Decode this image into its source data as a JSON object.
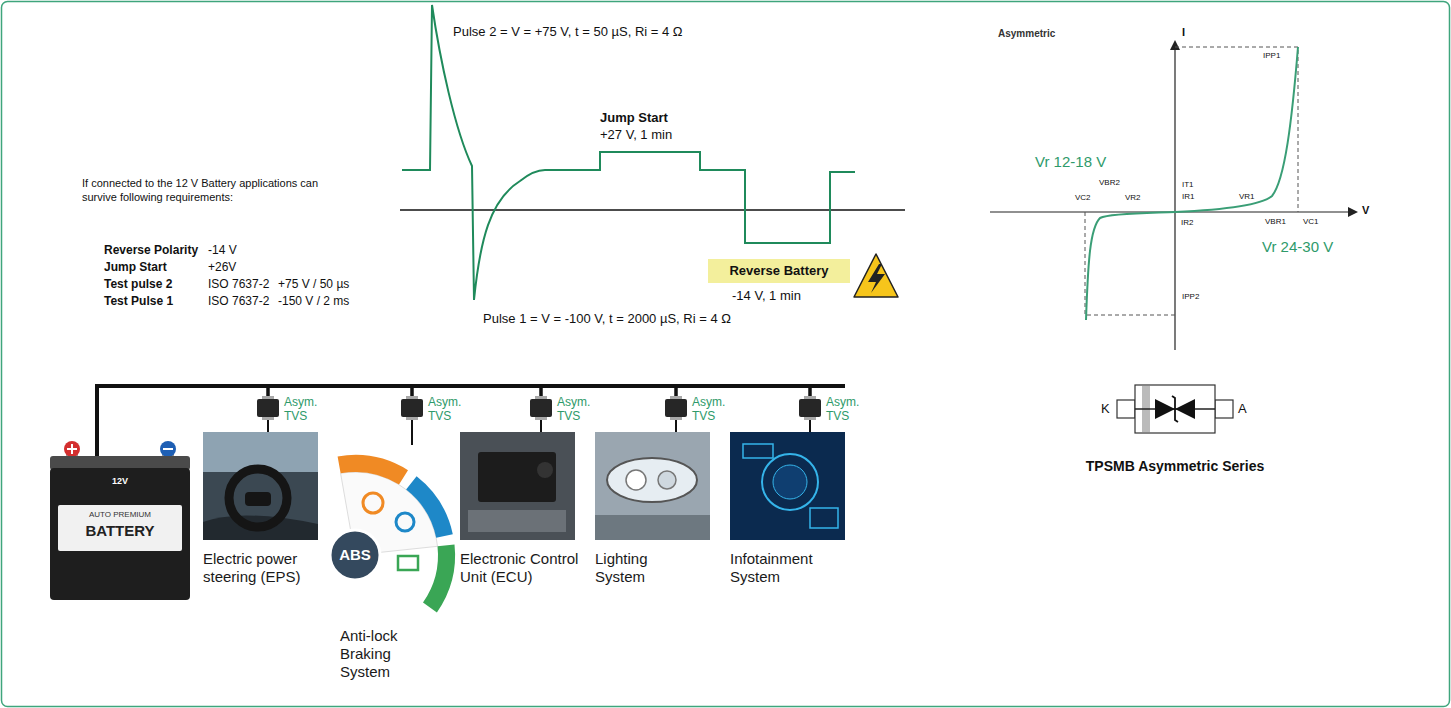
{
  "diagram": {
    "nodes": [
      {
        "text": [
          "Reverse Battery"
        ]
      },
      {
        "text": [
          "12V",
          "AUTO PREMIUM",
          "BATTERY"
        ]
      },
      {
        "text": [
          "Asym. TVS"
        ]
      },
      {
        "text": [
          "Asym. TVS"
        ]
      },
      {
        "text": [
          "Asym. TVS"
        ]
      },
      {
        "text": [
          "Asym. TVS"
        ]
      },
      {
        "text": [
          "Asym. TVS"
        ]
      },
      {
        "text": [
          "Electric power steering (EPS)"
        ]
      },
      {
        "text": [
          "ABS",
          "Anti-lock Braking System"
        ]
      },
      {
        "text": [
          "Electronic Control Unit (ECU)"
        ]
      },
      {
        "text": [
          "Lighting System"
        ]
      },
      {
        "text": [
          "Infotainment System"
        ]
      }
    ],
    "edges": [
      {
        "from": 1,
        "to": 2,
        "arrow": "none"
      },
      {
        "from": 1,
        "to": 3,
        "arrow": "none"
      },
      {
        "from": 1,
        "to": 4,
        "arrow": "none"
      },
      {
        "from": 1,
        "to": 5,
        "arrow": "none"
      },
      {
        "from": 1,
        "to": 6,
        "arrow": "none"
      },
      {
        "from": 2,
        "to": 7,
        "arrow": "none"
      },
      {
        "from": 3,
        "to": 8,
        "arrow": "none"
      },
      {
        "from": 4,
        "to": 9,
        "arrow": "none"
      },
      {
        "from": 5,
        "to": 10,
        "arrow": "none"
      },
      {
        "from": 6,
        "to": 11,
        "arrow": "none"
      }
    ],
    "labels": [
      "Pulse 2 = V = +75 V, t = 50 µS, Ri = 4 Ω",
      "Jump Start",
      "+27 V, 1 min",
      "If connected to the 12 V Battery applications can survive following requirements:",
      "Reverse Polarity",
      "-14 V",
      "Jump Start",
      "+26V",
      "Test pulse 2",
      "ISO 7637-2",
      "+75 V / 50 µs",
      "Test Pulse 1",
      "ISO 7637-2",
      "-150 V / 2 ms",
      "-14 V, 1 min",
      "Pulse 1 = V = -100 V, t = 2000 µS, Ri = 4 Ω",
      "Asymmetric",
      "I",
      "V",
      "IPP1",
      "VC2",
      "VBR2",
      "VR2",
      "IT1",
      "IR1",
      "IR2",
      "VR1",
      "VBR1",
      "VC1",
      "IPP2",
      "Vr 12-18 V",
      "Vr 24-30 V",
      "K",
      "A",
      "TPSMB Asymmetric Series"
    ]
  }
}
